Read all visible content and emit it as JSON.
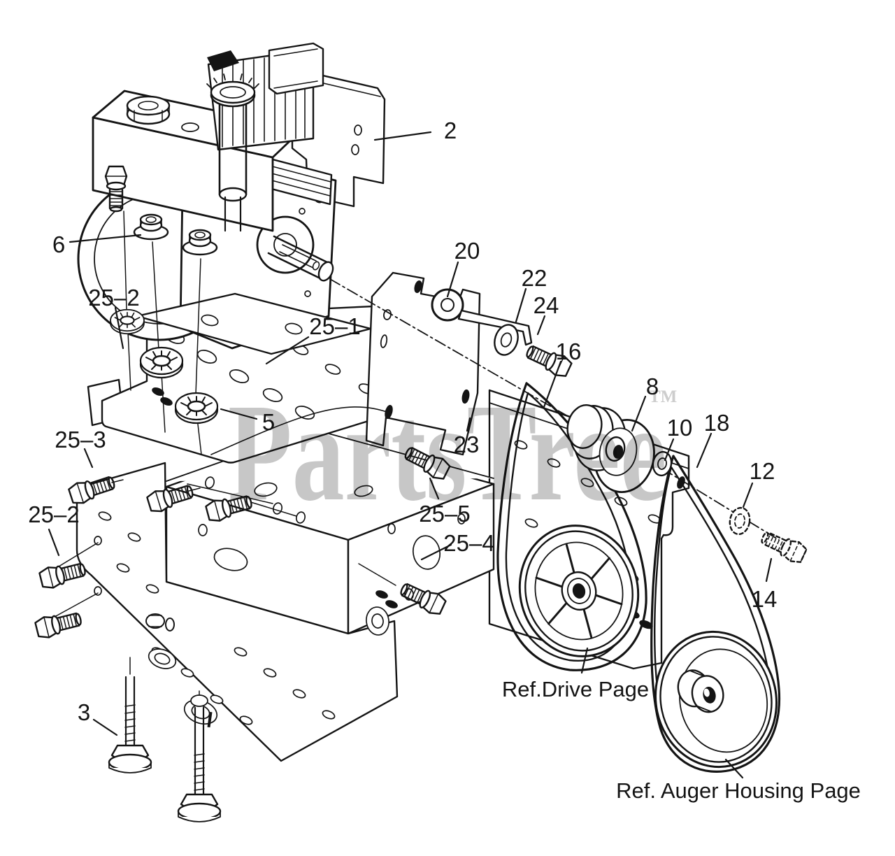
{
  "watermark": {
    "text": "PartsTree",
    "tm": "TM"
  },
  "callouts": [
    {
      "id": "2",
      "label": "2"
    },
    {
      "id": "6",
      "label": "6"
    },
    {
      "id": "25-2-upper",
      "label": "25–2"
    },
    {
      "id": "25-1",
      "label": "25–1"
    },
    {
      "id": "20",
      "label": "20"
    },
    {
      "id": "22",
      "label": "22"
    },
    {
      "id": "24",
      "label": "24"
    },
    {
      "id": "16",
      "label": "16"
    },
    {
      "id": "8",
      "label": "8"
    },
    {
      "id": "10",
      "label": "10"
    },
    {
      "id": "18",
      "label": "18"
    },
    {
      "id": "12",
      "label": "12"
    },
    {
      "id": "5",
      "label": "5"
    },
    {
      "id": "23",
      "label": "23"
    },
    {
      "id": "25-3",
      "label": "25–3"
    },
    {
      "id": "25-5",
      "label": "25–5"
    },
    {
      "id": "25-2-lower",
      "label": "25–2"
    },
    {
      "id": "25-4",
      "label": "25–4"
    },
    {
      "id": "14",
      "label": "14"
    },
    {
      "id": "3",
      "label": "3"
    }
  ],
  "references": {
    "drive": "Ref.Drive Page",
    "auger": "Ref. Auger Housing Page"
  },
  "colors": {
    "line": "#141414",
    "watermark": "#c7c7c7"
  }
}
